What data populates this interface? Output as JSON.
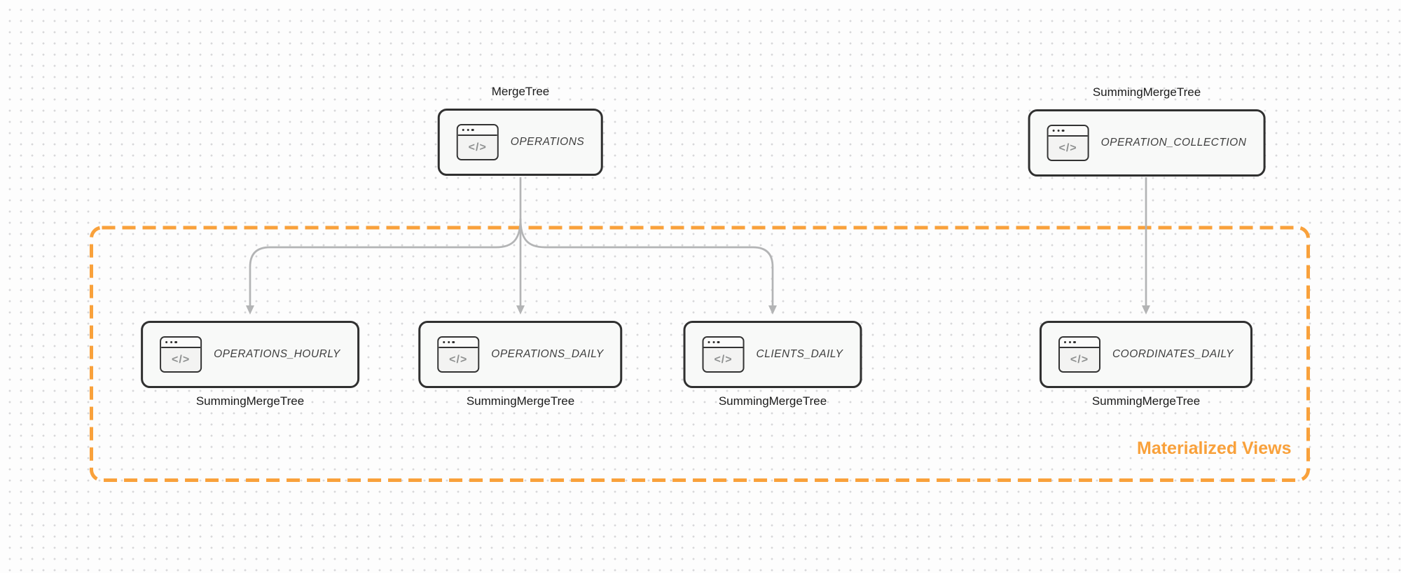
{
  "icon": {
    "name": "code-window",
    "glyph": "</>"
  },
  "nodes": [
    {
      "id": "operations",
      "engine_label": "MergeTree",
      "title": "OPERATIONS"
    },
    {
      "id": "operation-collection",
      "engine_label": "SummingMergeTree",
      "title": "OPERATION_COLLECTION"
    },
    {
      "id": "operations-hourly",
      "engine_label": "SummingMergeTree",
      "title": "OPERATIONS_HOURLY"
    },
    {
      "id": "operations-daily",
      "engine_label": "SummingMergeTree",
      "title": "OPERATIONS_DAILY"
    },
    {
      "id": "clients-daily",
      "engine_label": "SummingMergeTree",
      "title": "CLIENTS_DAILY"
    },
    {
      "id": "coordinates-daily",
      "engine_label": "SummingMergeTree",
      "title": "COORDINATES_DAILY"
    }
  ],
  "group": {
    "label": "Materialized Views"
  },
  "edges": [
    {
      "from": "OPERATIONS",
      "to": "OPERATIONS_HOURLY"
    },
    {
      "from": "OPERATIONS",
      "to": "OPERATIONS_DAILY"
    },
    {
      "from": "OPERATIONS",
      "to": "CLIENTS_DAILY"
    },
    {
      "from": "OPERATION_COLLECTION",
      "to": "COORDINATES_DAILY"
    }
  ],
  "colors": {
    "accent_orange": "#F9A13B",
    "node_border": "#303030",
    "node_fill": "#F8F9F8",
    "arrow_gray": "#B3B4B5",
    "icon_glyph_gray": "#8E9090",
    "label_dark": "#1B1B1B",
    "dot_grid": "#D8D8DA"
  }
}
